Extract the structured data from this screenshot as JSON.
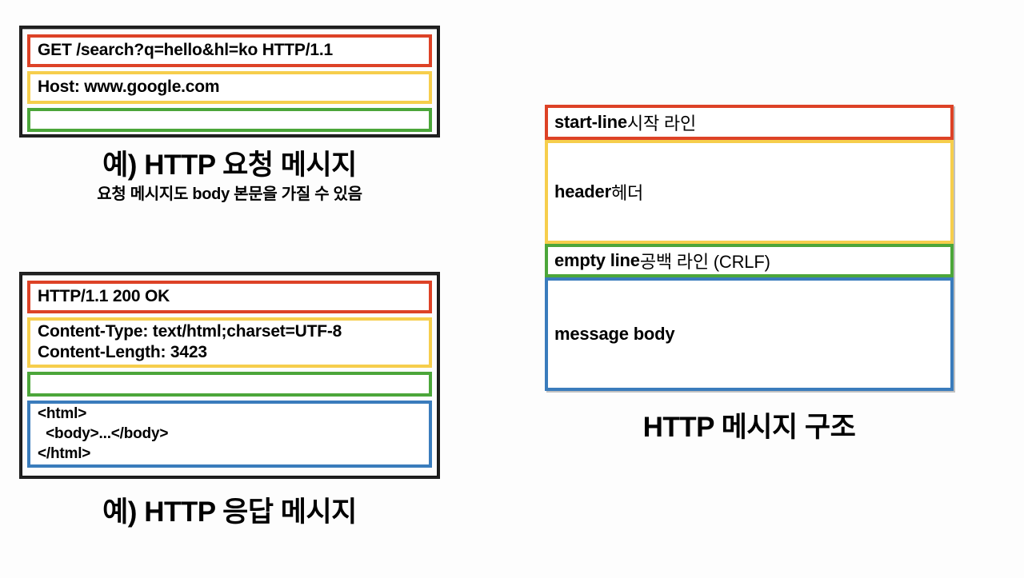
{
  "slide": {
    "background_color": "#fdfdfd",
    "palette": {
      "start_line": "#dd4226",
      "header": "#f6ce4c",
      "empty_line": "#4ca63a",
      "message_body": "#3a7cbc",
      "frame": "#1a1a1a",
      "text": "#000000"
    }
  },
  "request_example": {
    "start_line": "GET /search?q=hello&hl=ko HTTP/1.1",
    "header": "Host: www.google.com",
    "empty_line": "",
    "caption": "예) HTTP 요청 메시지",
    "subcaption": "요청 메시지도 body 본문을 가질 수 있음"
  },
  "response_example": {
    "start_line": "HTTP/1.1 200 OK",
    "header_line_1": "Content-Type: text/html;charset=UTF-8",
    "header_line_2": "Content-Length: 3423",
    "empty_line": "",
    "body_line_1": "<html>",
    "body_line_2": "  <body>...</body>",
    "body_line_3": "</html>",
    "caption": "예) HTTP 응답 메시지"
  },
  "structure_diagram": {
    "title": "HTTP 메시지 구조",
    "rows": [
      {
        "lead": "start-line",
        "kor": " 시작 라인",
        "color": "#dd4226"
      },
      {
        "lead": "header",
        "kor": " 헤더",
        "color": "#f6ce4c"
      },
      {
        "lead": "empty line",
        "kor": " 공백 라인 (CRLF)",
        "color": "#4ca63a"
      },
      {
        "lead": "message body",
        "kor": "",
        "color": "#3a7cbc"
      }
    ]
  }
}
